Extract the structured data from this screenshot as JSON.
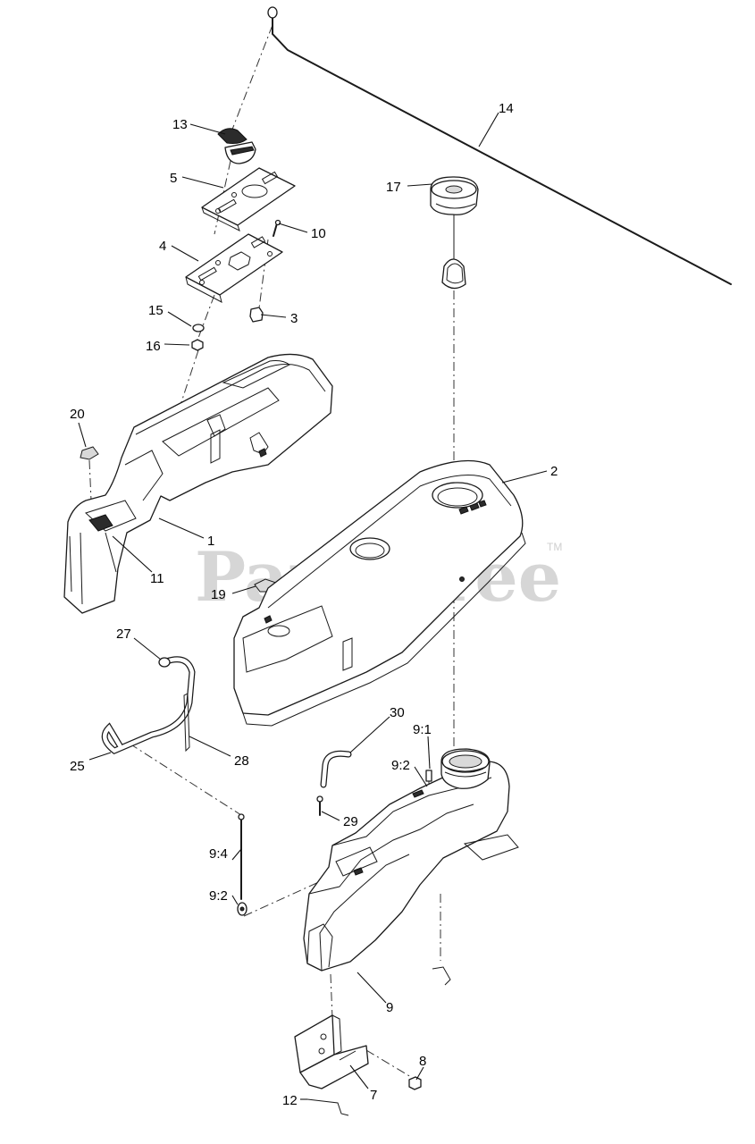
{
  "watermark": {
    "text": "PartsTree",
    "mark": "TM"
  },
  "callouts": [
    {
      "id": "c1",
      "label": "1"
    },
    {
      "id": "c2",
      "label": "2"
    },
    {
      "id": "c3",
      "label": "3"
    },
    {
      "id": "c4",
      "label": "4"
    },
    {
      "id": "c5",
      "label": "5"
    },
    {
      "id": "c7",
      "label": "7"
    },
    {
      "id": "c8",
      "label": "8"
    },
    {
      "id": "c9",
      "label": "9"
    },
    {
      "id": "c9-1",
      "label": "9:1"
    },
    {
      "id": "c9-2a",
      "label": "9:2"
    },
    {
      "id": "c9-2b",
      "label": "9:2"
    },
    {
      "id": "c9-4",
      "label": "9:4"
    },
    {
      "id": "c10",
      "label": "10"
    },
    {
      "id": "c11",
      "label": "11"
    },
    {
      "id": "c12",
      "label": "12"
    },
    {
      "id": "c13",
      "label": "13"
    },
    {
      "id": "c14",
      "label": "14"
    },
    {
      "id": "c15",
      "label": "15"
    },
    {
      "id": "c16",
      "label": "16"
    },
    {
      "id": "c17",
      "label": "17"
    },
    {
      "id": "c19",
      "label": "19"
    },
    {
      "id": "c20",
      "label": "20"
    },
    {
      "id": "c25",
      "label": "25"
    },
    {
      "id": "c27",
      "label": "27"
    },
    {
      "id": "c28",
      "label": "28"
    },
    {
      "id": "c29",
      "label": "29"
    },
    {
      "id": "c30",
      "label": "30"
    }
  ]
}
